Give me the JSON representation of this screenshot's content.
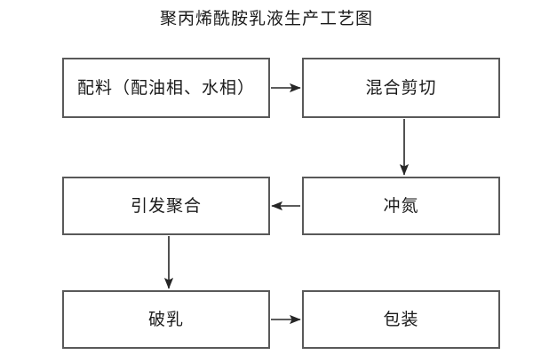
{
  "diagram": {
    "title": "聚丙烯酰胺乳液生产工艺图",
    "type": "flowchart",
    "background_color": "#ffffff",
    "box_border_color": "#595959",
    "arrow_color": "#262626",
    "text_color": "#1a1a1a",
    "nodes": [
      {
        "id": "ingredients",
        "label": "配料（配油相、水相）",
        "row": 1,
        "column": "left"
      },
      {
        "id": "mixshear",
        "label": "混合剪切",
        "row": 1,
        "column": "right"
      },
      {
        "id": "initpoly",
        "label": "引发聚合",
        "row": 2,
        "column": "left"
      },
      {
        "id": "nitrogen",
        "label": "冲氮",
        "row": 2,
        "column": "right"
      },
      {
        "id": "demulsify",
        "label": "破乳",
        "row": 3,
        "column": "left"
      },
      {
        "id": "packaging",
        "label": "包装",
        "row": 3,
        "column": "right"
      }
    ],
    "edges": [
      {
        "id": "edge-ingredients-mixshear",
        "from": "ingredients",
        "to": "mixshear",
        "direction": "right"
      },
      {
        "id": "edge-mixshear-nitrogen",
        "from": "mixshear",
        "to": "nitrogen",
        "direction": "down"
      },
      {
        "id": "edge-nitrogen-initpoly",
        "from": "nitrogen",
        "to": "initpoly",
        "direction": "left"
      },
      {
        "id": "edge-initpoly-demulsify",
        "from": "initpoly",
        "to": "demulsify",
        "direction": "down"
      },
      {
        "id": "edge-demulsify-packaging",
        "from": "demulsify",
        "to": "packaging",
        "direction": "right"
      }
    ]
  }
}
